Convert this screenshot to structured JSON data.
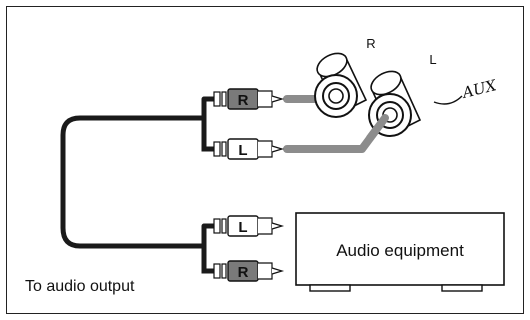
{
  "jack_labels": {
    "right": "R",
    "left": "L"
  },
  "aux_label": "AUX",
  "plugs": {
    "top_right": "R",
    "top_left": "L",
    "bottom_left": "L",
    "bottom_right": "R"
  },
  "device_label": "Audio equipment",
  "caption": "To audio output",
  "colors": {
    "cable_dark": "#1a1a1a",
    "cable_gray": "#8c8c8c",
    "right_plug_fill": "#7a7a7a",
    "left_plug_fill": "#ffffff"
  }
}
